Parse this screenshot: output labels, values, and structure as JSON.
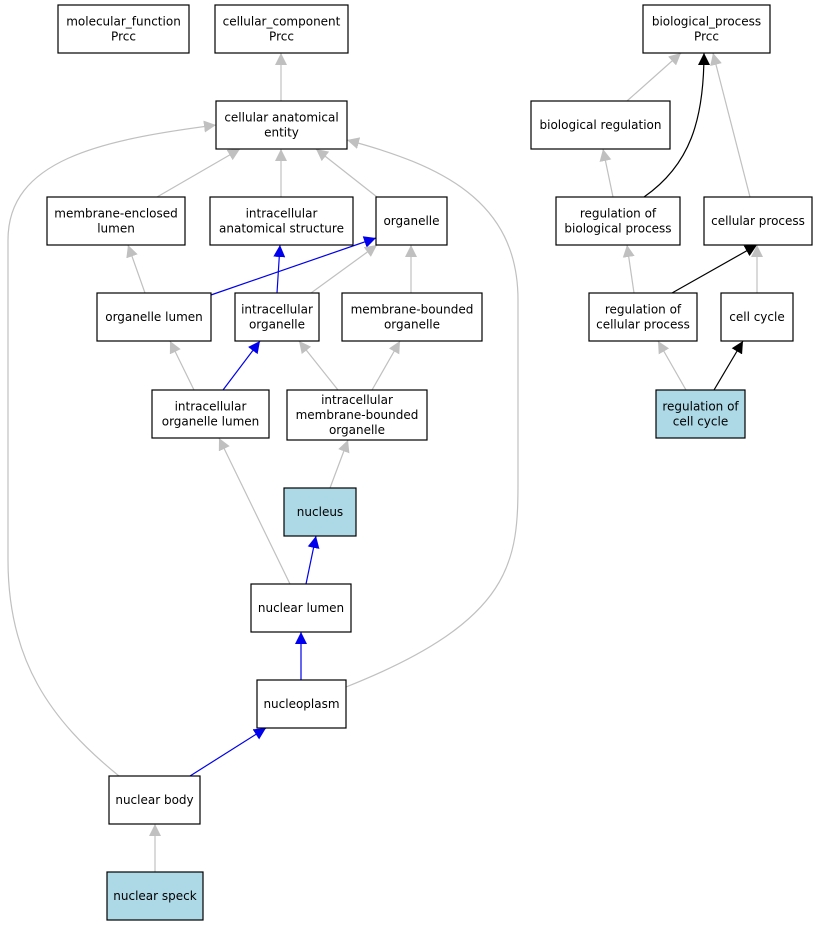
{
  "colors": {
    "node_fill": "#ffffff",
    "highlight_fill": "#add8e6",
    "edge_grey": "#c0c0c0",
    "edge_blue": "#0000ee",
    "edge_black": "#000000"
  },
  "nodes": {
    "molecular_function": {
      "lines": [
        "molecular_function",
        "Prcc"
      ],
      "highlight": false
    },
    "cellular_component": {
      "lines": [
        "cellular_component",
        "Prcc"
      ],
      "highlight": false
    },
    "cellular_anatomical_entity": {
      "lines": [
        "cellular anatomical",
        "entity"
      ],
      "highlight": false
    },
    "membrane_enclosed_lumen": {
      "lines": [
        "membrane-enclosed",
        "lumen"
      ],
      "highlight": false
    },
    "intracellular_anatomical_structure": {
      "lines": [
        "intracellular",
        "anatomical structure"
      ],
      "highlight": false
    },
    "organelle": {
      "lines": [
        "organelle"
      ],
      "highlight": false
    },
    "organelle_lumen": {
      "lines": [
        "organelle lumen"
      ],
      "highlight": false
    },
    "intracellular_organelle": {
      "lines": [
        "intracellular",
        "organelle"
      ],
      "highlight": false
    },
    "membrane_bounded_organelle": {
      "lines": [
        "membrane-bounded",
        "organelle"
      ],
      "highlight": false
    },
    "intracellular_organelle_lumen": {
      "lines": [
        "intracellular",
        "organelle lumen"
      ],
      "highlight": false
    },
    "intracellular_membrane_bounded_organelle": {
      "lines": [
        "intracellular",
        "membrane-bounded",
        "organelle"
      ],
      "highlight": false
    },
    "nucleus": {
      "lines": [
        "nucleus"
      ],
      "highlight": true
    },
    "nuclear_lumen": {
      "lines": [
        "nuclear lumen"
      ],
      "highlight": false
    },
    "nucleoplasm": {
      "lines": [
        "nucleoplasm"
      ],
      "highlight": false
    },
    "nuclear_body": {
      "lines": [
        "nuclear body"
      ],
      "highlight": false
    },
    "nuclear_speck": {
      "lines": [
        "nuclear speck"
      ],
      "highlight": true
    },
    "biological_process": {
      "lines": [
        "biological_process",
        "Prcc"
      ],
      "highlight": false
    },
    "biological_regulation": {
      "lines": [
        "biological regulation"
      ],
      "highlight": false
    },
    "regulation_of_biological_process": {
      "lines": [
        "regulation of",
        "biological process"
      ],
      "highlight": false
    },
    "cellular_process": {
      "lines": [
        "cellular process"
      ],
      "highlight": false
    },
    "regulation_of_cellular_process": {
      "lines": [
        "regulation of",
        "cellular process"
      ],
      "highlight": false
    },
    "cell_cycle": {
      "lines": [
        "cell cycle"
      ],
      "highlight": false
    },
    "regulation_of_cell_cycle": {
      "lines": [
        "regulation of",
        "cell cycle"
      ],
      "highlight": true
    }
  },
  "edges": [
    {
      "from": "cellular_anatomical_entity",
      "to": "cellular_component",
      "type": "grey"
    },
    {
      "from": "membrane_enclosed_lumen",
      "to": "cellular_anatomical_entity",
      "type": "grey"
    },
    {
      "from": "intracellular_anatomical_structure",
      "to": "cellular_anatomical_entity",
      "type": "grey"
    },
    {
      "from": "organelle",
      "to": "cellular_anatomical_entity",
      "type": "grey"
    },
    {
      "from": "organelle_lumen",
      "to": "membrane_enclosed_lumen",
      "type": "grey"
    },
    {
      "from": "organelle_lumen",
      "to": "organelle",
      "type": "blue"
    },
    {
      "from": "intracellular_organelle",
      "to": "intracellular_anatomical_structure",
      "type": "blue"
    },
    {
      "from": "intracellular_organelle",
      "to": "organelle",
      "type": "grey"
    },
    {
      "from": "membrane_bounded_organelle",
      "to": "organelle",
      "type": "grey"
    },
    {
      "from": "intracellular_organelle_lumen",
      "to": "organelle_lumen",
      "type": "grey"
    },
    {
      "from": "intracellular_organelle_lumen",
      "to": "intracellular_organelle",
      "type": "blue"
    },
    {
      "from": "intracellular_membrane_bounded_organelle",
      "to": "intracellular_organelle",
      "type": "grey"
    },
    {
      "from": "intracellular_membrane_bounded_organelle",
      "to": "membrane_bounded_organelle",
      "type": "grey"
    },
    {
      "from": "nucleus",
      "to": "intracellular_membrane_bounded_organelle",
      "type": "grey"
    },
    {
      "from": "nuclear_lumen",
      "to": "intracellular_organelle_lumen",
      "type": "grey"
    },
    {
      "from": "nuclear_lumen",
      "to": "nucleus",
      "type": "blue"
    },
    {
      "from": "nucleoplasm",
      "to": "nuclear_lumen",
      "type": "blue"
    },
    {
      "from": "nucleoplasm",
      "to": "cellular_anatomical_entity",
      "type": "grey"
    },
    {
      "from": "nuclear_body",
      "to": "nucleoplasm",
      "type": "blue"
    },
    {
      "from": "nuclear_body",
      "to": "cellular_anatomical_entity",
      "type": "grey"
    },
    {
      "from": "nuclear_speck",
      "to": "nuclear_body",
      "type": "grey"
    },
    {
      "from": "biological_regulation",
      "to": "biological_process",
      "type": "grey"
    },
    {
      "from": "regulation_of_biological_process",
      "to": "biological_regulation",
      "type": "grey"
    },
    {
      "from": "regulation_of_biological_process",
      "to": "biological_process",
      "type": "black"
    },
    {
      "from": "cellular_process",
      "to": "biological_process",
      "type": "grey"
    },
    {
      "from": "regulation_of_cellular_process",
      "to": "regulation_of_biological_process",
      "type": "grey"
    },
    {
      "from": "regulation_of_cellular_process",
      "to": "cellular_process",
      "type": "black"
    },
    {
      "from": "cell_cycle",
      "to": "cellular_process",
      "type": "grey"
    },
    {
      "from": "regulation_of_cell_cycle",
      "to": "regulation_of_cellular_process",
      "type": "grey"
    },
    {
      "from": "regulation_of_cell_cycle",
      "to": "cell_cycle",
      "type": "black"
    }
  ]
}
